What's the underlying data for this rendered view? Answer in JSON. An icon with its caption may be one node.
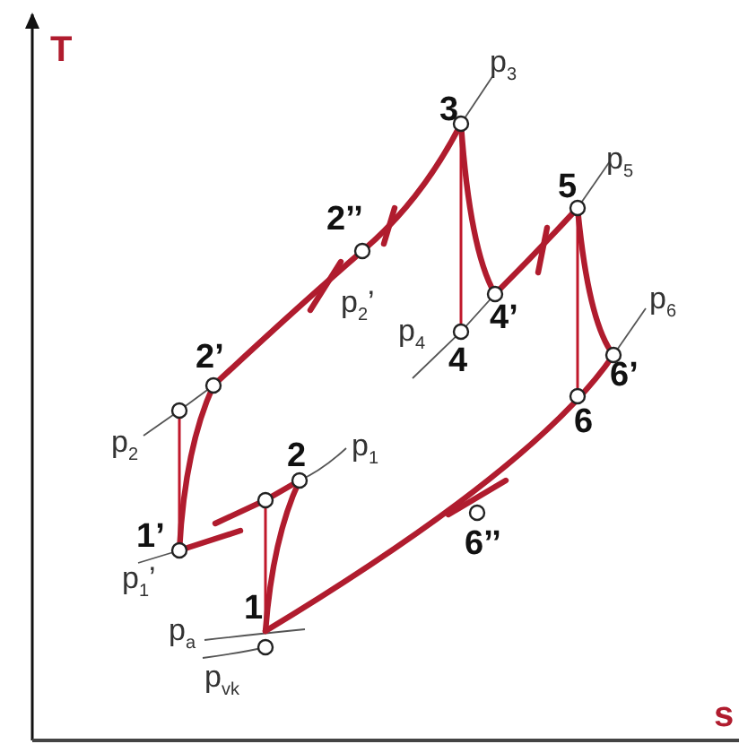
{
  "diagram": {
    "labels": [
      "T",
      "p$_{3}$",
      "3",
      "p$_{5}$",
      "5",
      "2’’",
      "p$_{2}$’",
      "p$_{4}$",
      "4’",
      "4",
      "p$_{6}$",
      "2’",
      "6’",
      "6",
      "p$_{2}$",
      "2",
      "p$_{1}$",
      "1’",
      "p$_{1}$’",
      "6’’",
      "1",
      "p$_{a}$",
      "p$_{vk}$",
      "s"
    ]
  }
}
